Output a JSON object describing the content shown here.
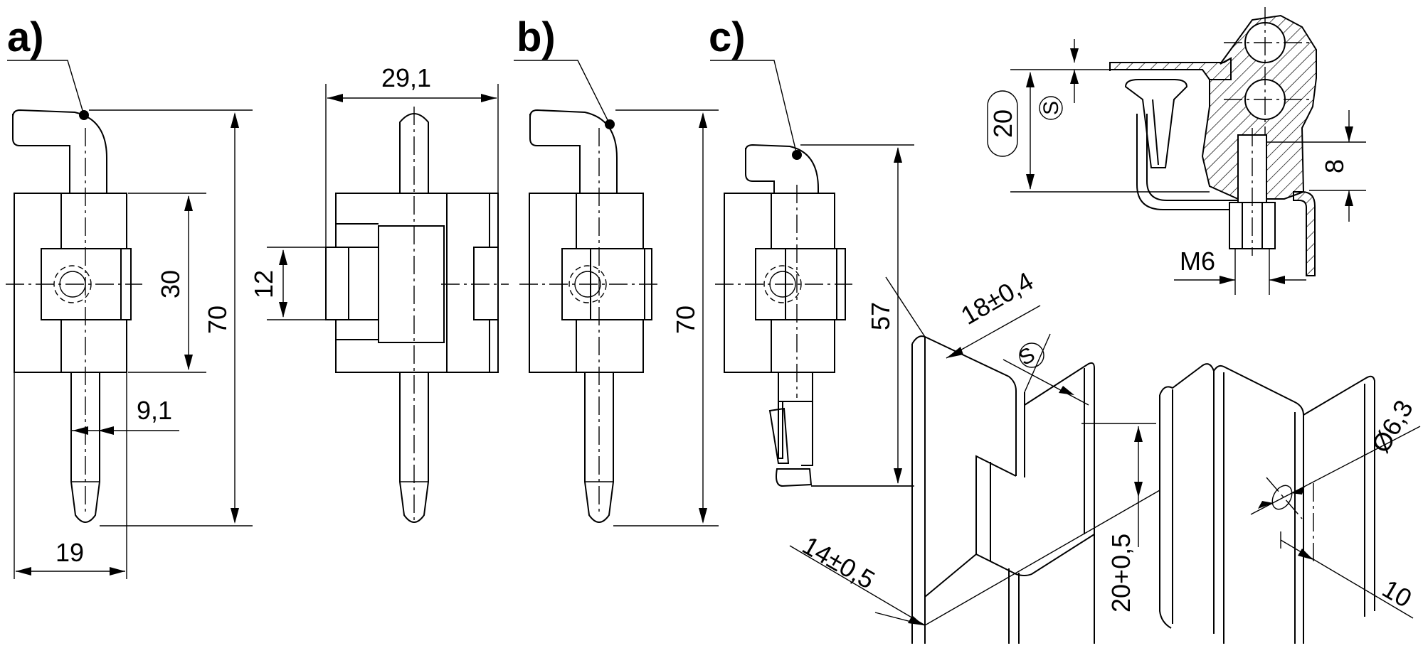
{
  "views": {
    "a": {
      "label": "a)"
    },
    "b": {
      "label": "b)"
    },
    "c": {
      "label": "c)"
    }
  },
  "dimensions": {
    "a_height_total": "70",
    "a_body_height": "30",
    "a_pin_offset": "9,1",
    "a_width": "19",
    "side_width": "29,1",
    "side_slot": "12",
    "b_height_total": "70",
    "c_height": "57",
    "section_height": "20",
    "section_s": "S",
    "section_bolt": "8",
    "section_thread": "M6",
    "profile_width": "18±0,4",
    "profile_s": "S",
    "cutout_depth": "14±0,5",
    "cutout_height": "20+0,5",
    "hole_diameter": "Ø6,3",
    "hole_offset": "10"
  }
}
